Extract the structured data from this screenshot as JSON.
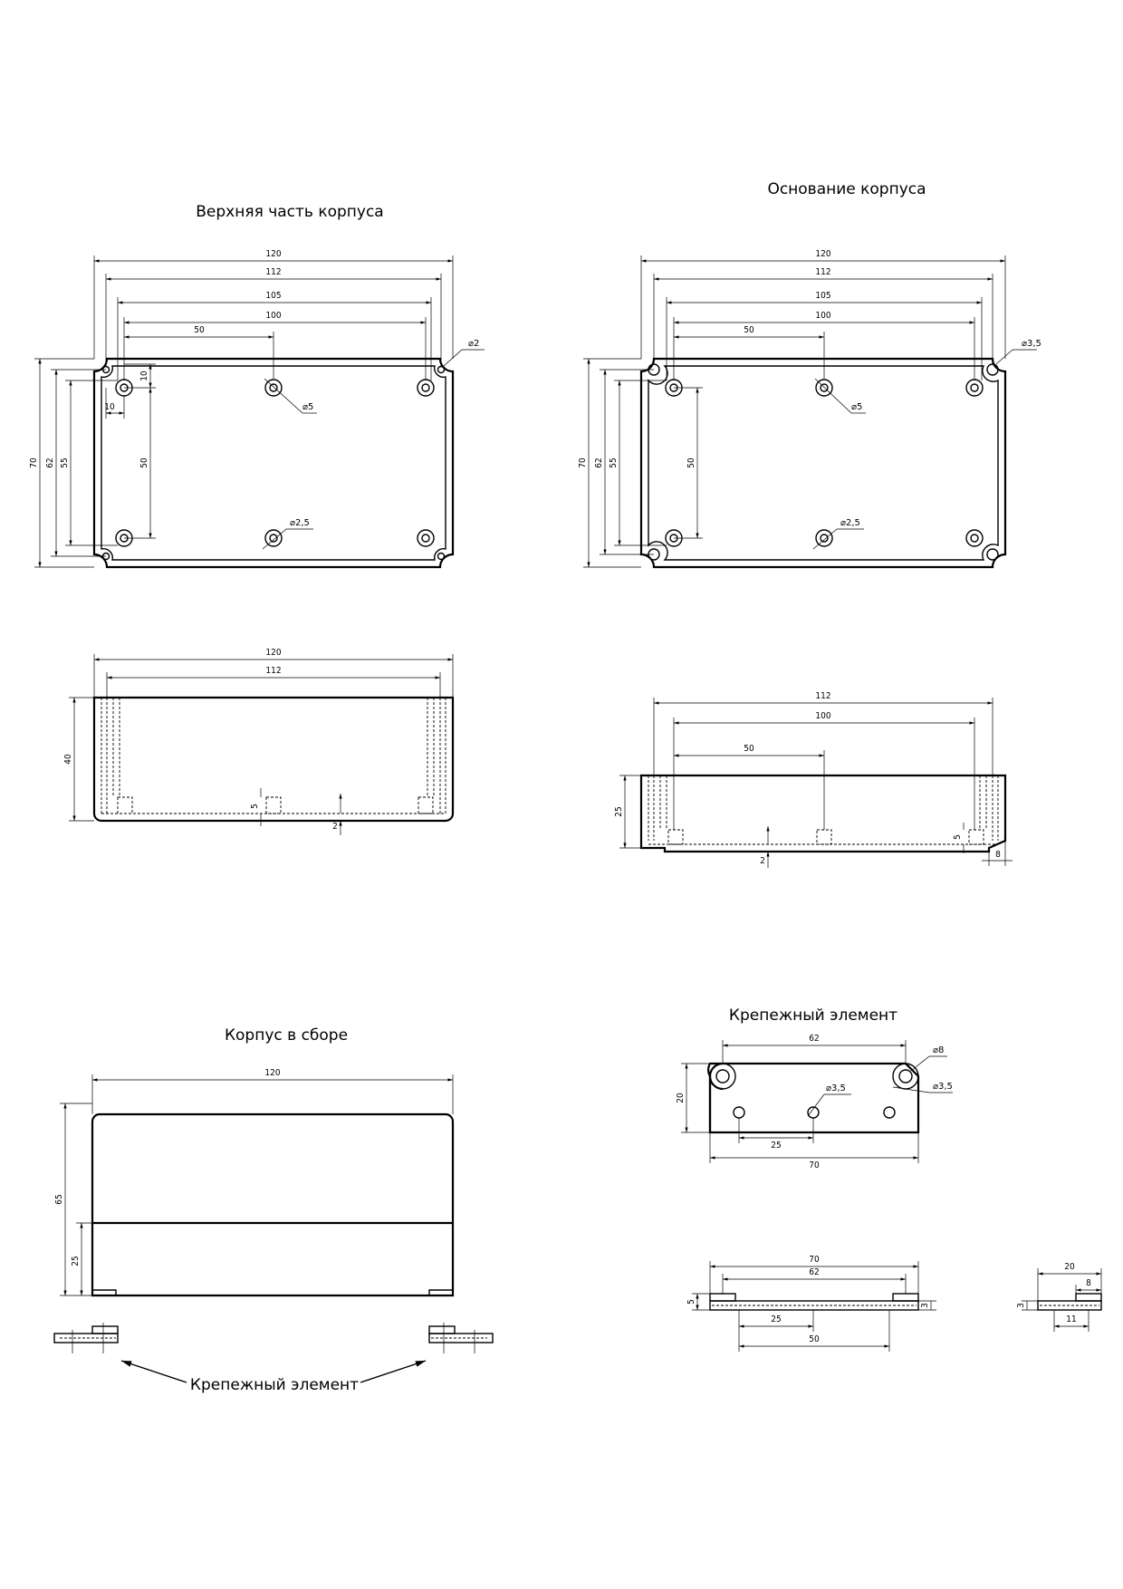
{
  "titles": {
    "top_part": "Верхняя часть корпуса",
    "base": "Основание корпуса",
    "assembly": "Корпус в сборе",
    "fastener": "Крепежный элемент",
    "fastener_callout": "Крепежный элемент"
  },
  "dims": {
    "w120": "120",
    "w112": "112",
    "w105": "105",
    "w100": "100",
    "w50": "50",
    "h70": "70",
    "h62": "62",
    "h55": "55",
    "h50": "50",
    "h10": "10",
    "h40": "40",
    "h25": "25",
    "h65": "65",
    "h5": "5",
    "h2": "2",
    "w8": "8",
    "d2": "⌀2",
    "d5": "⌀5",
    "d2_5": "⌀2,5",
    "d3_5": "⌀3,5",
    "d8": "⌀8",
    "w62": "62",
    "w70": "70",
    "w25": "25",
    "h20": "20",
    "h3": "3",
    "w20": "20",
    "w11": "11"
  }
}
